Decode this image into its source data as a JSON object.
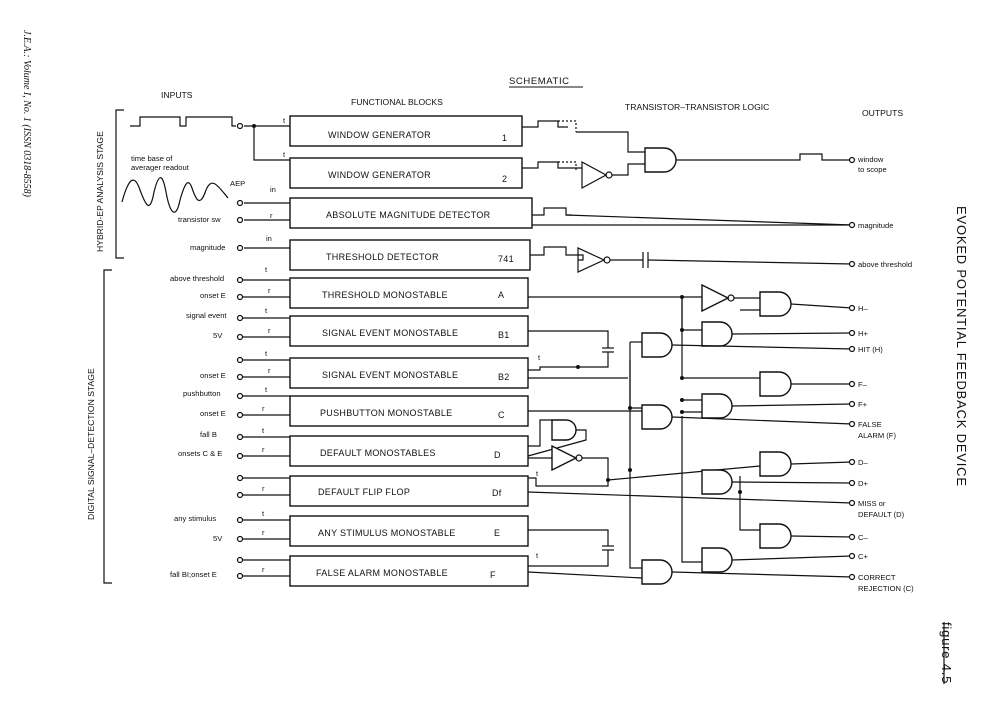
{
  "journal_ref": "J.E.A.: Volume I, No. 1 (ISSN 0318-8558)",
  "title": "SCHEMATIC",
  "side_title": "EVOKED POTENTIAL FEEDBACK DEVICE",
  "figure_label": "figure 4.5",
  "column_headers": {
    "inputs": "INPUTS",
    "blocks": "FUNCTIONAL BLOCKS",
    "ttl": "TRANSISTOR–TRANSISTOR LOGIC",
    "outputs": "OUTPUTS"
  },
  "stages": {
    "hybrid": "HYBRID-EP ANALYSIS STAGE",
    "digital": "DIGITAL SIGNAL–DETECTION STAGE"
  },
  "blocks": [
    {
      "name": "WINDOW GENERATOR",
      "code": "1"
    },
    {
      "name": "WINDOW GENERATOR",
      "code": "2"
    },
    {
      "name": "ABSOLUTE MAGNITUDE DETECTOR",
      "code": ""
    },
    {
      "name": "THRESHOLD DETECTOR",
      "code": "741"
    },
    {
      "name": "THRESHOLD MONOSTABLE",
      "code": "A"
    },
    {
      "name": "SIGNAL EVENT MONOSTABLE",
      "code": "B1"
    },
    {
      "name": "SIGNAL EVENT MONOSTABLE",
      "code": "B2"
    },
    {
      "name": "PUSHBUTTON MONOSTABLE",
      "code": "C"
    },
    {
      "name": "DEFAULT MONOSTABLES",
      "code": "D"
    },
    {
      "name": "DEFAULT FLIP FLOP",
      "code": "Df"
    },
    {
      "name": "ANY STIMULUS MONOSTABLE",
      "code": "E"
    },
    {
      "name": "FALSE ALARM MONOSTABLE",
      "code": "F"
    }
  ],
  "input_labels": {
    "time_base": "time base of",
    "averager": "averager readout",
    "aep": "AEP",
    "transistor_sw": "transistor sw",
    "magnitude": "magnitude",
    "above_threshold": "above threshold",
    "onset_e1": "onset E",
    "signal_event": "signal event",
    "v5_1": "5V",
    "onset_e2": "onset E",
    "pushbutton": "pushbutton",
    "onset_e3": "onset E",
    "fall_b": "fall  B",
    "onsets_ce": "onsets C & E",
    "any_stimulus": "any stimulus",
    "v5_2": "5V",
    "fall_bi_onset_e": "fall BI;onset E"
  },
  "pin_labels": {
    "t": "t",
    "r": "r",
    "in": "in"
  },
  "outputs": {
    "window": "window",
    "to_scope": "to scope",
    "magnitude": "magnitude",
    "above_threshold": "above threshold",
    "h_minus": "H–",
    "h_plus": "H+",
    "hit": "HIT  (H)",
    "f_minus": "F–",
    "f_plus": "F+",
    "false": "FALSE",
    "alarm": "ALARM  (F)",
    "d_minus": "D–",
    "d_plus": "D+",
    "miss": "MISS or",
    "default": "DEFAULT  (D)",
    "c_minus": "C–",
    "c_plus": "C+",
    "correct": "CORRECT",
    "rejection": "REJECTION  (C)"
  }
}
